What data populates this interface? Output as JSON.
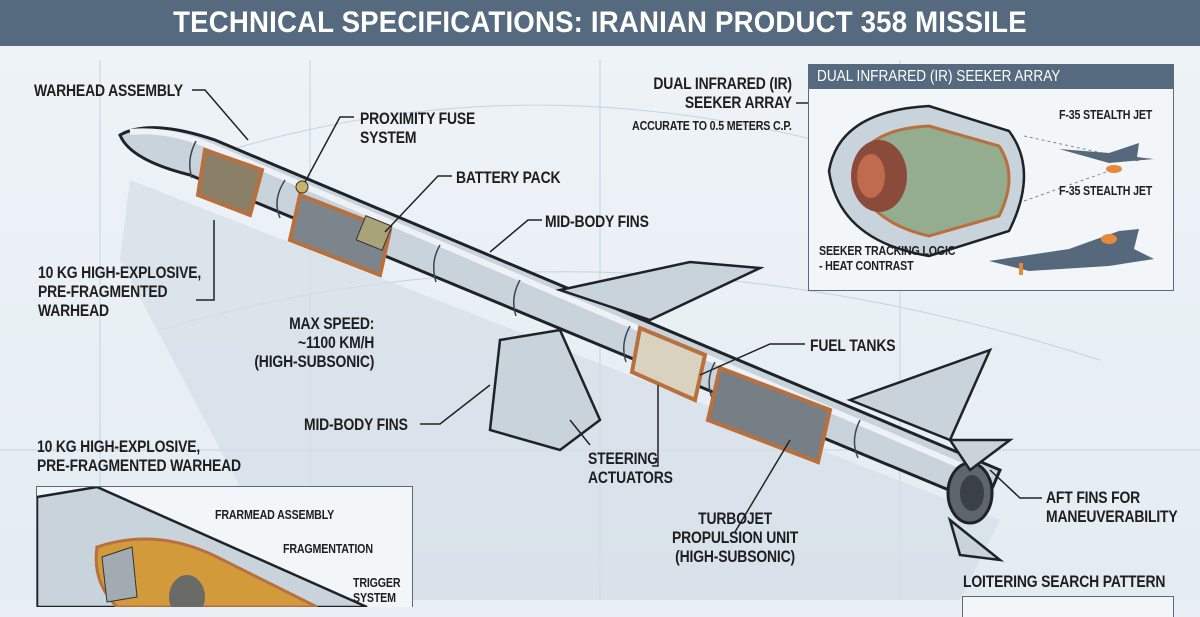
{
  "header": {
    "title": "TECHNICAL SPECIFICATIONS: IRANIAN PRODUCT 358 MISSILE"
  },
  "colors": {
    "header_bg": "#55697f",
    "body_metal": "#c9d3dc",
    "cutaway_copper": "#b8703f",
    "highlight_orange": "#e8893a",
    "jet": "#56687c",
    "seeker_green": "#93ad8e"
  },
  "labels": {
    "warhead_assembly": "WARHEAD ASSEMBLY",
    "proximity_fuse": [
      "PROXIMITY FUSE",
      "SYSTEM"
    ],
    "battery_pack": "BATTERY PACK",
    "mid_body_fins_top": "MID-BODY FINS",
    "warhead_explosive": [
      "10 KG HIGH-EXPLOSIVE,",
      "PRE-FRAGMENTED",
      "WARHEAD"
    ],
    "max_speed": [
      "MAX SPEED:",
      "~1100 KM/H",
      "(HIGH-SUBSONIC)"
    ],
    "mid_body_fins_lower": "MID-BODY FINS",
    "fuel_tanks": "FUEL TANKS",
    "steering_actuators": [
      "STEERING",
      "ACTUATORS"
    ],
    "turbojet": [
      "TURBOJET",
      "PROPULSION UNIT",
      "(HIGH-SUBSONIC)"
    ],
    "aft_fins": [
      "AFT FINS FOR",
      "MANEUVERABILITY"
    ],
    "seeker_callout": [
      "DUAL INFRARED (IR)",
      "SEEKER ARRAY"
    ],
    "seeker_accuracy": "ACCURATE TO 0.5 METERS C.P."
  },
  "seeker_panel": {
    "title": "DUAL INFRARED (IR) SEEKER ARRAY",
    "jet_label_1": "F-35 STEALTH JET",
    "jet_label_2": "F-35 STEALTH JET",
    "logic": [
      "SEEKER TRACKING LOGIC",
      "- HEAT CONTRAST"
    ]
  },
  "warhead_panel": {
    "title": [
      "10 KG HIGH-EXPLOSIVE,",
      "PRE-FRAGMENTED WARHEAD"
    ],
    "assembly": "FRARMEAD ASSEMBLY",
    "fragmentation": "FRAGMENTATION",
    "trigger": [
      "TRIGGER",
      "SYSTEM"
    ]
  },
  "loiter_panel": {
    "title": "LOITERING SEARCH PATTERN"
  }
}
